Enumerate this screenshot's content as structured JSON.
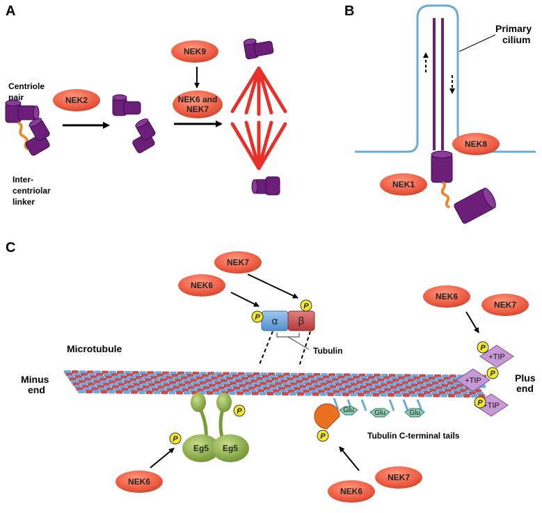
{
  "panels": {
    "a": "A",
    "b": "B",
    "c": "C"
  },
  "panel_a": {
    "centriole_label_1": "Centriole",
    "centriole_label_2": "pair",
    "linker_label_1": "Inter-",
    "linker_label_2": "centriolar",
    "linker_label_3": "linker",
    "nek2": "NEK2",
    "nek9": "NEK9",
    "nek67_line1": "NEK6 and",
    "nek67_line2": "NEK7"
  },
  "panel_b": {
    "cilium_label_1": "Primary",
    "cilium_label_2": "cilium",
    "nek8": "NEK8",
    "nek1": "NEK1"
  },
  "panel_c": {
    "microtubule": "Microtubule",
    "minus_end_1": "Minus",
    "minus_end_2": "end",
    "plus_end_1": "Plus",
    "plus_end_2": "end",
    "tubulin": "Tubulin",
    "alpha": "α",
    "beta": "β",
    "nek7_top": "NEK7",
    "nek6_top": "NEK6",
    "nek6_right": "NEK6",
    "nek7_right": "NEK7",
    "tip": "+TIP",
    "phospho": "P",
    "glu": "Glu",
    "eg5": "Eg5",
    "c_tails": "Tubulin C-terminal tails",
    "nek6_left": "NEK6",
    "nek6_bottom": "NEK6",
    "nek7_bottom": "NEK7"
  },
  "colors": {
    "nek_fill": "#f06a4f",
    "centriole": "#6b1f78",
    "linker": "#e88a2a",
    "spindle": "#e8302a",
    "membrane": "#6aa8d8",
    "alpha_tubulin": "#6ea8dc",
    "beta_tubulin": "#c84a4a",
    "eg5": "#8fb04a",
    "glu": "#8fd0b4",
    "tip": "#c79ad6",
    "phospho": "#f5ea2a"
  }
}
